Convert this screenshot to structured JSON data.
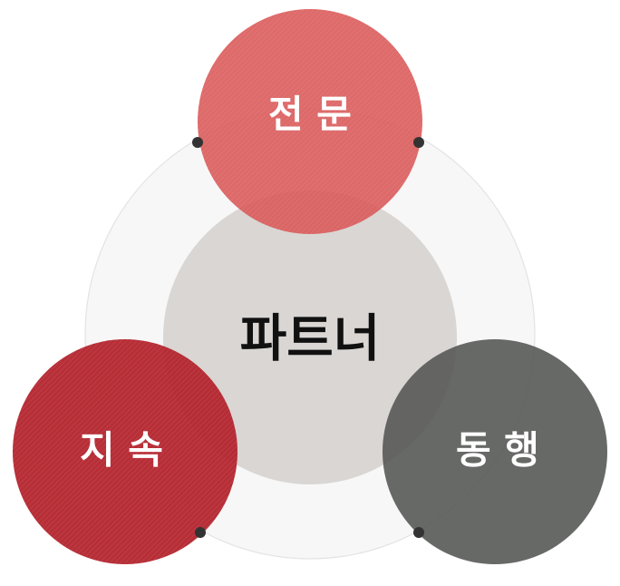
{
  "center": {
    "label": "파트너",
    "color": "#d9d6d3",
    "text_color": "#111111"
  },
  "nodes": [
    {
      "id": "top",
      "label": "전 문",
      "color": "#d95555",
      "text_color": "#ffffff"
    },
    {
      "id": "left",
      "label": "지 속",
      "color": "#b3212b",
      "text_color": "#ffffff"
    },
    {
      "id": "right",
      "label": "동 행",
      "color": "#575957",
      "text_color": "#ffffff"
    }
  ],
  "colors": {
    "ring_fill": "#f7f7f7",
    "ring_stroke": "#e3e3e3",
    "connector_dot": "#333333"
  }
}
